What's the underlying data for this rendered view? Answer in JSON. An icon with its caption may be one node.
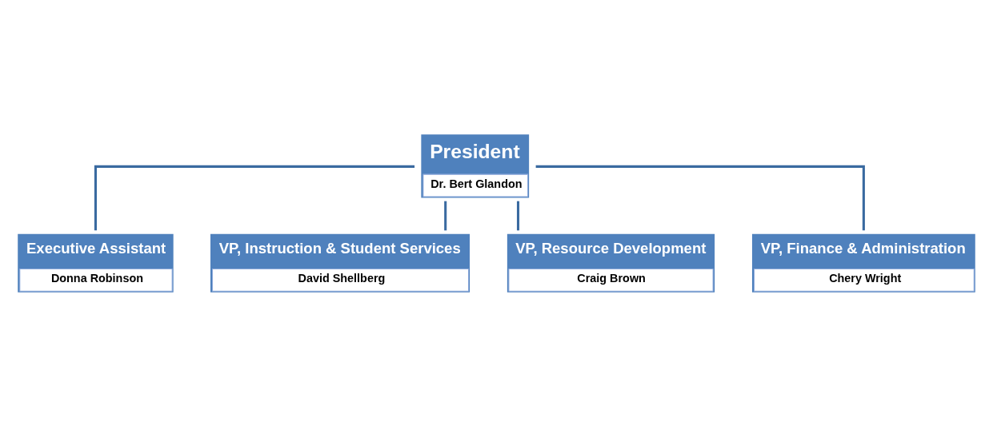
{
  "diagram": {
    "nodes": [
      {
        "text": [
          "President",
          "Dr. Bert Glandon"
        ]
      },
      {
        "text": [
          "Executive Assistant",
          "Donna Robinson"
        ]
      },
      {
        "text": [
          "VP, Instruction & Student Services",
          "David Shellberg"
        ]
      },
      {
        "text": [
          "VP, Resource Development",
          "Craig Brown"
        ]
      },
      {
        "text": [
          "VP, Finance & Administration",
          "Chery Wright"
        ]
      }
    ],
    "edges": [
      {
        "from": 0,
        "to": 1,
        "arrow": "none"
      },
      {
        "from": 0,
        "to": 2,
        "arrow": "none"
      },
      {
        "from": 0,
        "to": 3,
        "arrow": "none"
      },
      {
        "from": 0,
        "to": 4,
        "arrow": "none"
      }
    ]
  }
}
